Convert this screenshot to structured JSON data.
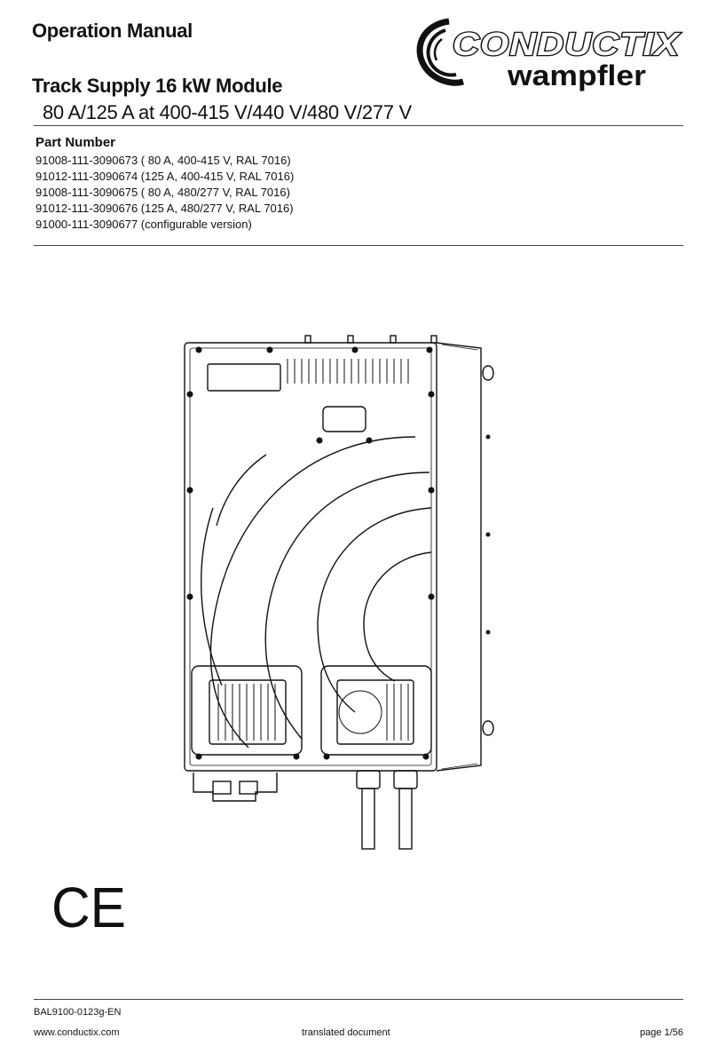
{
  "header": {
    "title": "Operation Manual",
    "logo_text_primary": "CONDUCTIX",
    "logo_text_secondary": "wampfler"
  },
  "product": {
    "title": "Track Supply 16 kW Module",
    "subtitle": "80 A/125 A at 400-415 V/440 V/480 V/277 V"
  },
  "part_numbers": {
    "heading": "Part Number",
    "items": [
      "91008-111-3090673 ( 80 A, 400-415 V, RAL 7016)",
      "91012-111-3090674 (125 A, 400-415 V, RAL 7016)",
      "91008-111-3090675 ( 80 A, 480/277 V, RAL 7016)",
      "91012-111-3090676 (125 A, 480/277 V, RAL 7016)",
      "91000-111-3090677 (configurable version)"
    ]
  },
  "marks": {
    "ce": "CE"
  },
  "footer": {
    "doc_code": "BAL9100-0123g-EN",
    "website": "www.conductix.com",
    "note": "translated document",
    "page": "page 1/56"
  }
}
